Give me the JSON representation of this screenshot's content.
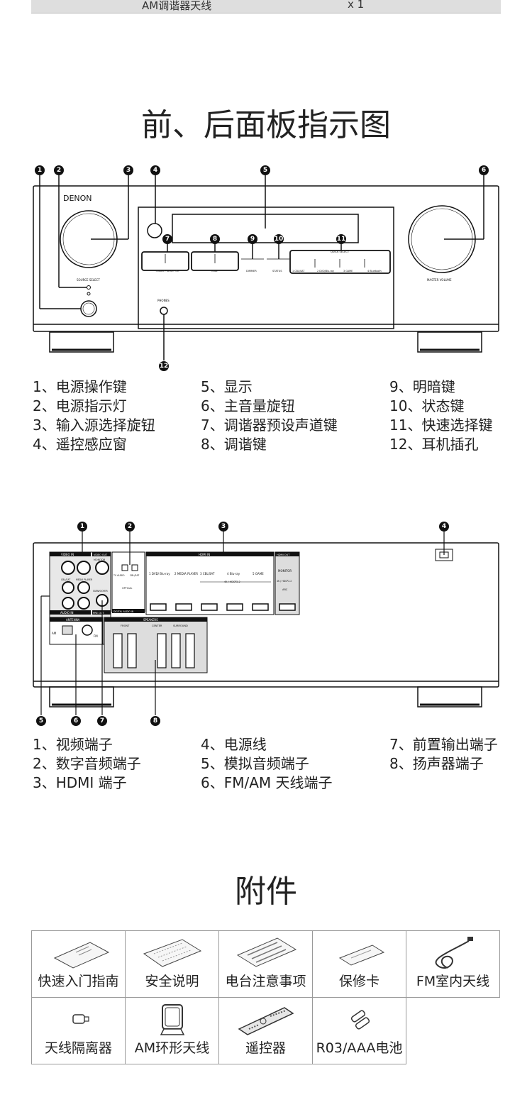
{
  "top_row": {
    "item": "AM调谐器天线",
    "qty": "x 1"
  },
  "panels_title": "前、后面板指示图",
  "front": {
    "brand": "DENON",
    "knob_left_label": "SOURCE SELECT",
    "knob_right_label": "MASTER VOLUME",
    "phones_label": "PHONES",
    "btn_preset": "TUNER PRESET CH",
    "btn_tune": "TUNE",
    "btn_dimmer": "DIMMER",
    "btn_status": "STATUS",
    "quick_select": "QUICK SELECT",
    "qs": [
      "1 CBL/SAT",
      "2 DVD/Blu-ray",
      "3 GAME",
      "4 Bluetooth"
    ],
    "callouts": [
      "1",
      "2",
      "3",
      "4",
      "5",
      "6",
      "7",
      "8",
      "9",
      "10",
      "11",
      "12"
    ]
  },
  "front_legend": [
    [
      "1、电源操作键",
      "2、电源指示灯",
      "3、输入源选择旋钮",
      "4、遥控感应窗"
    ],
    [
      "5、显示",
      "6、主音量旋钮",
      "7、调谐器预设声道键",
      "8、调谐键"
    ],
    [
      "9、明暗键",
      "10、状态键",
      "11、快速选择键",
      "12、耳机插孔"
    ]
  ],
  "rear": {
    "video_in": "VIDEO IN",
    "video_out": "VIDEO OUT",
    "monitor": "MONITOR",
    "audio_in": "AUDIO IN",
    "cbl_sat": "CBL/SAT",
    "media_player": "MEDIA PLAYER",
    "subwoofer": "SUBWOOFER",
    "pre_out": "PRE OUT",
    "tv_audio": "TV AUDIO",
    "optical": "OPTICAL",
    "digital_audio": "DIGITAL AUDIO IN",
    "hdmi_in": "HDMI IN",
    "hdmi_out": "HDMI OUT",
    "hdmi_inputs": [
      "1 DVD/ Blu-ray",
      "2 MEDIA PLAYER",
      "3 CBL/SAT",
      "4 Blu-ray",
      "5 GAME"
    ],
    "hdcp": "4K / HDCP2.2",
    "monitor_out": "MONITOR",
    "arc": "ARC",
    "antenna": "ANTENNA",
    "am": "AM",
    "fm": "FM",
    "speakers": "SPEAKERS",
    "front_sp": "FRONT",
    "center_sp": "CENTER",
    "surround_sp": "SURROUND",
    "callouts": [
      "1",
      "2",
      "3",
      "4",
      "5",
      "6",
      "7",
      "8"
    ]
  },
  "rear_legend": [
    [
      "1、视频端子",
      "2、数字音频端子",
      "3、HDMI 端子"
    ],
    [
      "4、电源线",
      "5、模拟音频端子",
      "6、FM/AM 天线端子"
    ],
    [
      "7、前置输出端子",
      "8、扬声器端子"
    ]
  ],
  "accessories_title": "附件",
  "accessories": [
    {
      "label": "快速入门指南",
      "icon": "booklet-icon"
    },
    {
      "label": "安全说明",
      "icon": "document-icon"
    },
    {
      "label": "电台注意事项",
      "icon": "document-icon"
    },
    {
      "label": "保修卡",
      "icon": "card-icon"
    },
    {
      "label": "FM室内天线",
      "icon": "cable-icon"
    },
    {
      "label": "天线隔离器",
      "icon": "adapter-icon"
    },
    {
      "label": "AM环形天线",
      "icon": "loop-antenna-icon"
    },
    {
      "label": "遥控器",
      "icon": "remote-icon"
    },
    {
      "label": "R03/AAA电池",
      "icon": "battery-icon"
    }
  ]
}
